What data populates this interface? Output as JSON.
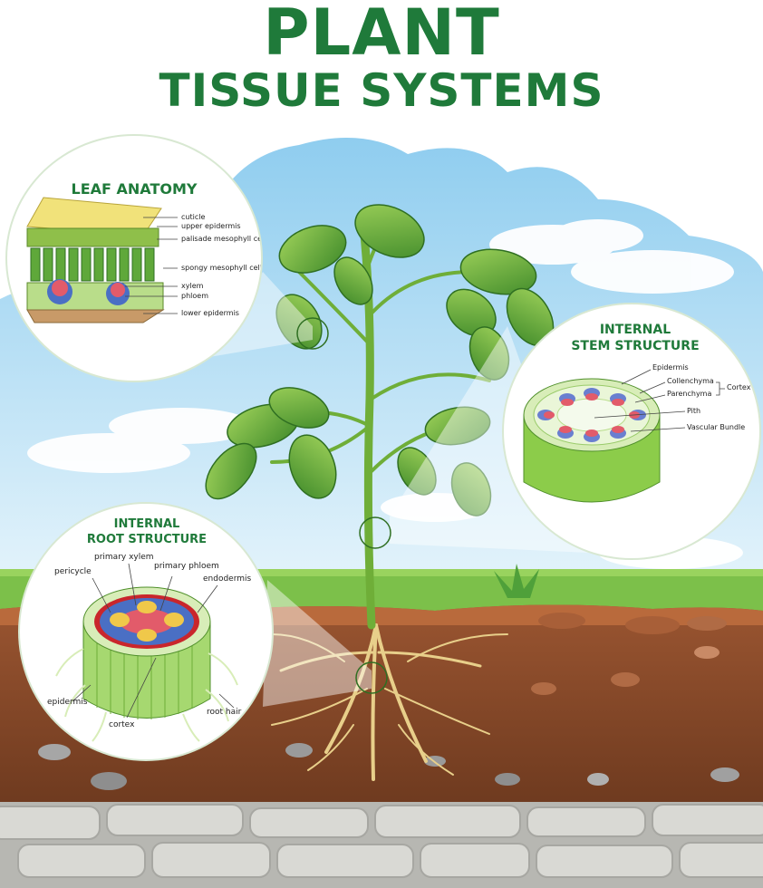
{
  "title": {
    "line1": "PLANT",
    "line2": "TISSUE SYSTEMS"
  },
  "leaf": {
    "heading": "LEAF ANATOMY",
    "labels": [
      "cuticle",
      "upper epidermis",
      "palisade mesophyll cells",
      "spongy mesophyll cells",
      "xylem",
      "phloem",
      "lower epidermis"
    ]
  },
  "stem": {
    "heading_line1": "INTERNAL",
    "heading_line2": "STEM STRUCTURE",
    "labels": [
      "Epidermis",
      "Collenchyma",
      "Parenchyma",
      "Cortex",
      "Pith",
      "Vascular Bundle"
    ]
  },
  "root": {
    "heading_line1": "INTERNAL",
    "heading_line2": "ROOT STRUCTURE",
    "labels": [
      "primary xylem",
      "primary phloem",
      "pericycle",
      "endodermis",
      "epidermis",
      "root hair",
      "cortex"
    ]
  },
  "colors": {
    "title_green": "#1f7a3a",
    "sky": "#bfe3f5",
    "grass": "#7cc04a",
    "soil": "#8a4a2a",
    "stone": "#c9c9c4",
    "stem_green": "#7fbf3a"
  }
}
